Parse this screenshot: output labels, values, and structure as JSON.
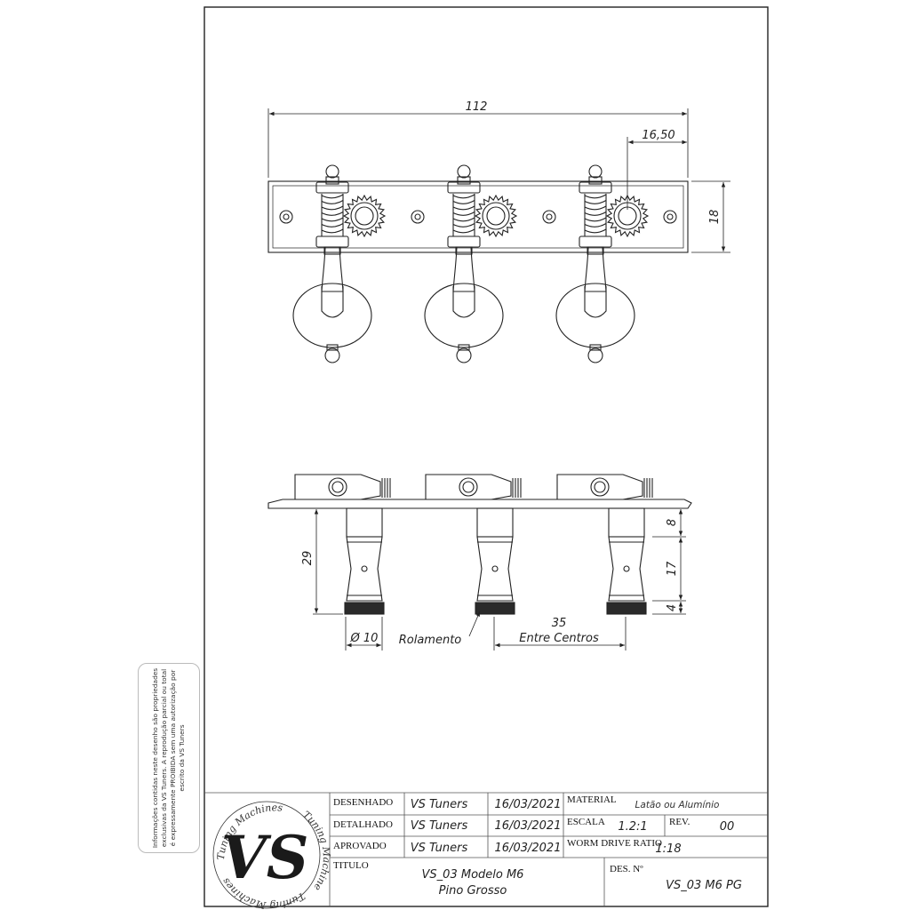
{
  "notice": {
    "text": "Informações contidas neste desenho são propriedades exclusivas da VS Tuners. A reprodução parcial ou total é expressamente PROIBIDA sem uma autorização por escrito da VS Tuners"
  },
  "dimensions": {
    "overall_length": "112",
    "edge_to_center": "16,50",
    "plate_height": "18",
    "post_height": "29",
    "post_upper": "8",
    "post_middle": "17",
    "post_lower": "4",
    "post_diameter": "Ø 10",
    "spacing_value": "35",
    "spacing_label": "Entre Centros",
    "roller_label": "Rolamento"
  },
  "logo": {
    "monogram": "VS",
    "arc_text_top": "Tuning Machines",
    "arc_text_right": "Tuning Machines",
    "arc_text_bottom": "Tuning Machines"
  },
  "title_block": {
    "desenhado": {
      "label": "DESENHADO",
      "by": "VS Tuners",
      "date": "16/03/2021"
    },
    "detalhado": {
      "label": "DETALHADO",
      "by": "VS Tuners",
      "date": "16/03/2021"
    },
    "aprovado": {
      "label": "APROVADO",
      "by": "VS Tuners",
      "date": "16/03/2021"
    },
    "material": {
      "label": "MATERIAL",
      "value": "Latão ou Alumínio"
    },
    "escala": {
      "label": "ESCALA",
      "value": "1.2:1"
    },
    "rev": {
      "label": "REV.",
      "value": "00"
    },
    "worm": {
      "label": "WORM DRIVE RATIO",
      "value": "1:18"
    },
    "titulo": {
      "label": "TITULO",
      "line1": "VS_03 Modelo M6",
      "line2": "Pino Grosso"
    },
    "des": {
      "label": "DES. Nº",
      "value": "VS_03 M6 PG"
    }
  }
}
